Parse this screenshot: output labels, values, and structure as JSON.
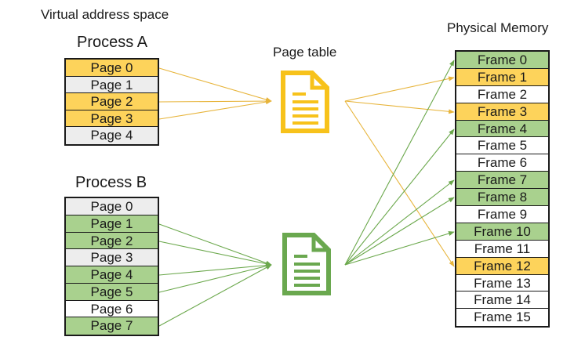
{
  "titles": {
    "virtual": "Virtual address space",
    "process_a": "Process A",
    "process_b": "Process B",
    "page_table": "Page table",
    "physical": "Physical Memory"
  },
  "colors": {
    "yellow": "#FDD35B",
    "green": "#A9D18E",
    "gray": "#EDEDED",
    "white": "#FFFFFF",
    "yellow_arrow": "#E7B43A",
    "green_arrow": "#6BA84C",
    "yellow_icon": "#F7C21B",
    "green_icon": "#6AA84F"
  },
  "process_a": {
    "pages": [
      {
        "label": "Page 0",
        "color": "yellow"
      },
      {
        "label": "Page 1",
        "color": "gray"
      },
      {
        "label": "Page 2",
        "color": "yellow"
      },
      {
        "label": "Page 3",
        "color": "yellow"
      },
      {
        "label": "Page 4",
        "color": "gray"
      }
    ]
  },
  "process_b": {
    "pages": [
      {
        "label": "Page 0",
        "color": "gray"
      },
      {
        "label": "Page 1",
        "color": "green"
      },
      {
        "label": "Page 2",
        "color": "green"
      },
      {
        "label": "Page 3",
        "color": "gray"
      },
      {
        "label": "Page 4",
        "color": "green"
      },
      {
        "label": "Page 5",
        "color": "green"
      },
      {
        "label": "Page 6",
        "color": "white"
      },
      {
        "label": "Page 7",
        "color": "green"
      }
    ]
  },
  "physical_memory": {
    "frames": [
      {
        "label": "Frame 0",
        "color": "green"
      },
      {
        "label": "Frame 1",
        "color": "yellow"
      },
      {
        "label": "Frame 2",
        "color": "white"
      },
      {
        "label": "Frame 3",
        "color": "yellow"
      },
      {
        "label": "Frame 4",
        "color": "green"
      },
      {
        "label": "Frame 5",
        "color": "white"
      },
      {
        "label": "Frame 6",
        "color": "white"
      },
      {
        "label": "Frame 7",
        "color": "green"
      },
      {
        "label": "Frame 8",
        "color": "green"
      },
      {
        "label": "Frame 9",
        "color": "white"
      },
      {
        "label": "Frame 10",
        "color": "green"
      },
      {
        "label": "Frame 11",
        "color": "white"
      },
      {
        "label": "Frame 12",
        "color": "yellow"
      },
      {
        "label": "Frame 13",
        "color": "white"
      },
      {
        "label": "Frame 14",
        "color": "white"
      },
      {
        "label": "Frame 15",
        "color": "white"
      }
    ]
  },
  "mappings": {
    "process_a_pages_in": [
      0,
      2,
      3
    ],
    "process_a_frames_out": [
      1,
      3,
      12
    ],
    "process_b_pages_in": [
      1,
      2,
      4,
      5,
      7
    ],
    "process_b_frames_out": [
      0,
      4,
      7,
      8,
      10
    ]
  },
  "icons": {
    "page_table_a": "document-icon",
    "page_table_b": "document-icon"
  }
}
